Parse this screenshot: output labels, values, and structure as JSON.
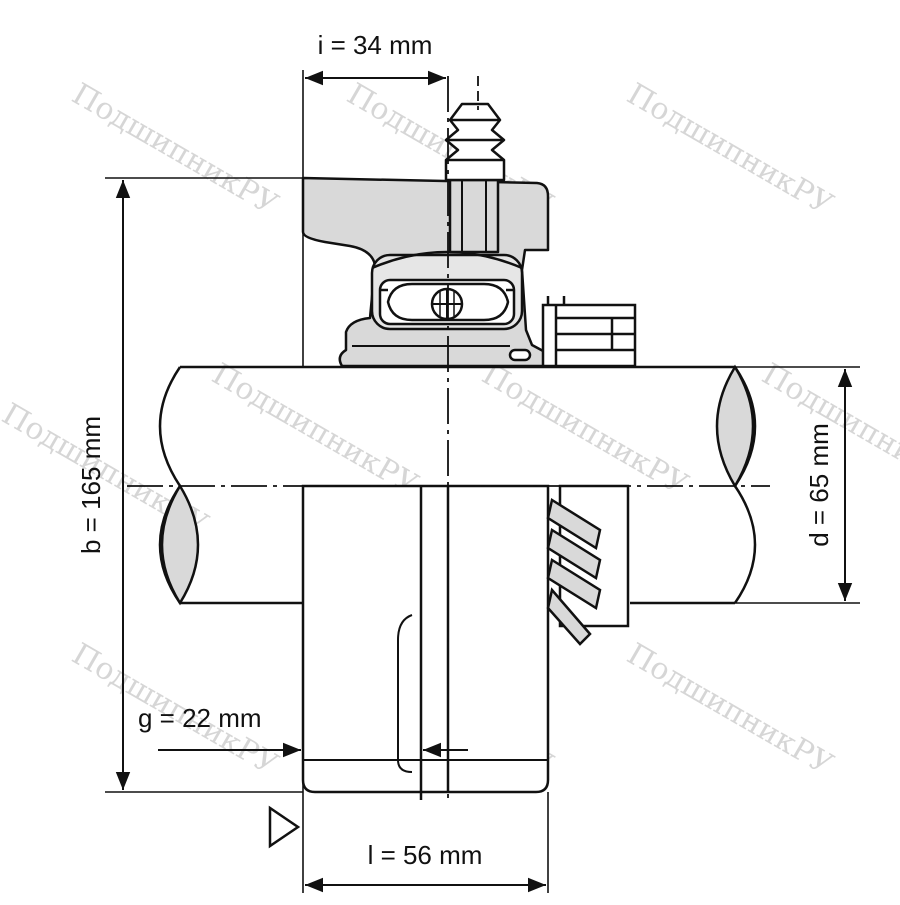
{
  "dimensions": {
    "i": "i = 34 mm",
    "b": "b = 165 mm",
    "d": "d = 65 mm",
    "g": "g = 22 mm",
    "l": "l = 56 mm"
  },
  "watermark": "ПодшипникРУ",
  "colors": {
    "line": "#111111",
    "fill_gray": "#d9d9d9",
    "watermark": "#d6d6d6"
  }
}
